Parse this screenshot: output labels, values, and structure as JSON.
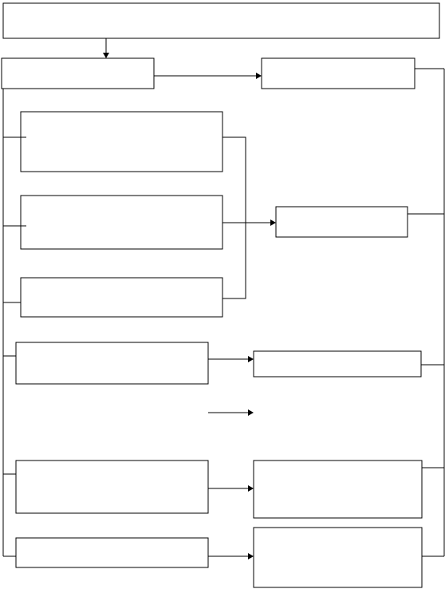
{
  "style": {
    "background": "#ffffff",
    "stroke": "#000000"
  },
  "diagram": {
    "type": "flowchart",
    "title": "",
    "boxes": [
      {
        "id": "top",
        "label": ""
      },
      {
        "id": "left-head",
        "label": ""
      },
      {
        "id": "right-head",
        "label": ""
      },
      {
        "id": "left-1",
        "label": ""
      },
      {
        "id": "left-2",
        "label": ""
      },
      {
        "id": "left-3",
        "label": ""
      },
      {
        "id": "middle-right",
        "label": ""
      },
      {
        "id": "left-4",
        "label": ""
      },
      {
        "id": "right-4",
        "label": ""
      },
      {
        "id": "left-5",
        "label": ""
      },
      {
        "id": "right-5",
        "label": ""
      },
      {
        "id": "left-6",
        "label": ""
      },
      {
        "id": "right-6",
        "label": ""
      }
    ],
    "edges": [
      {
        "from": "top",
        "to": "left-head"
      },
      {
        "from": "left-head",
        "to": "right-head"
      },
      {
        "from": "left-1",
        "to": "middle-right"
      },
      {
        "from": "left-2",
        "to": "middle-right"
      },
      {
        "from": "left-3",
        "to": "middle-right"
      },
      {
        "from": "left-4",
        "to": "right-4"
      },
      {
        "from": "left-5",
        "to": "right-5"
      },
      {
        "from": "left-6",
        "to": "right-6"
      }
    ]
  }
}
